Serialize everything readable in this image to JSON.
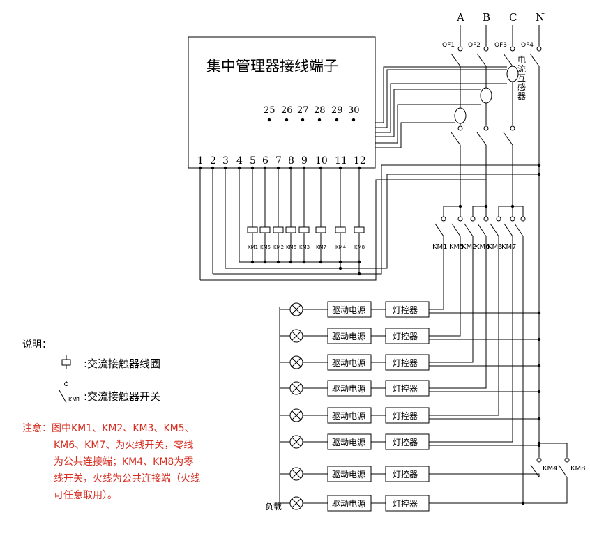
{
  "diagram": {
    "controller_title": "集中管理器接线端子",
    "phases": [
      "A",
      "B",
      "C",
      "N"
    ],
    "breakers": [
      "QF1",
      "QF2",
      "QF3",
      "QF4"
    ],
    "ct_label": [
      "电",
      "流",
      "互",
      "感",
      "器"
    ],
    "ct_terminals": [
      "25",
      "26",
      "27",
      "28",
      "29",
      "30"
    ],
    "output_terminals": [
      "1",
      "2",
      "3",
      "4",
      "5",
      "6",
      "7",
      "8",
      "9",
      "10",
      "11",
      "12"
    ],
    "coils": [
      "KM1",
      "KM5",
      "KM2",
      "KM6",
      "KM3",
      "KM7",
      "KM4",
      "KM8"
    ],
    "switch_labels": [
      "KM1",
      "KM5",
      "KM2",
      "KM6",
      "KM3",
      "KM7"
    ],
    "lower_switches": [
      "KM4",
      "KM8"
    ],
    "driver_label": "驱动电源",
    "controller_label": "灯控器",
    "load_label": "负载"
  },
  "legend": {
    "title": "说明：",
    "coil_text": ":交流接触器线圈",
    "switch_symbol_label": "KM1",
    "switch_text": ":交流接触器开关"
  },
  "note": {
    "lines": [
      "注意：图中KM1、KM2、KM3、KM5、",
      "KM6、KM7、为火线开关，零线",
      "为公共连接端；KM4、KM8为零",
      "线开关，火线为公共连接端（火线",
      "可任意取用）。"
    ]
  },
  "colors": {
    "note": "#d62d20",
    "line": "#000000"
  }
}
